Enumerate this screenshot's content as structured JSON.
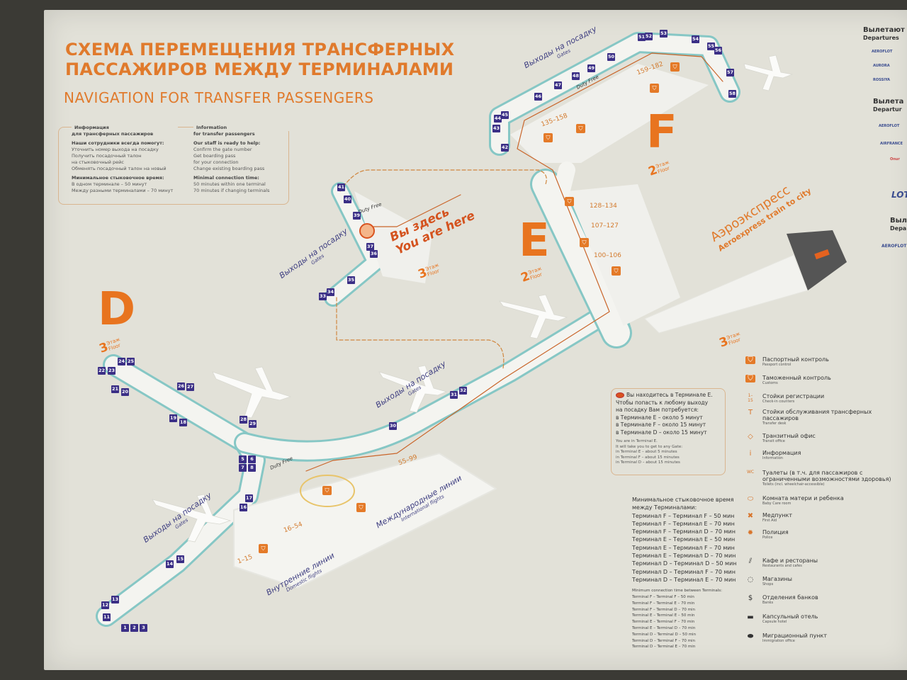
{
  "title": {
    "ru_line1": "СХЕМА ПЕРЕМЕЩЕНИЯ ТРАНСФЕРНЫХ",
    "ru_line2": "ПАССАЖИРОВ МЕЖДУ ТЕРМИНАЛАМИ",
    "en": "NAVIGATION FOR TRANSFER PASSENGERS"
  },
  "info": {
    "ru": {
      "heading1": "Информация",
      "heading2": "для трансферных пассажиров",
      "staff": "Наши сотрудники всегда помогут:",
      "items": [
        "Уточнить номер выхода на посадку",
        "Получить посадочный талон",
        "на стыковочный рейс",
        "Обменять посадочный талон на новый"
      ],
      "min_heading": "Минимальное стыковочное время:",
      "min1": "В одном терминале – 50 минут",
      "min2": "Между разными терминалами – 70 минут"
    },
    "en": {
      "heading1": "Information",
      "heading2": "for transfer passengers",
      "staff": "Our staff is ready to help:",
      "items": [
        "Confirm the gate number",
        "Get boarding pass",
        "for your connection",
        "Change existing boarding pass"
      ],
      "min_heading": "Minimal connection time:",
      "min1": "50 minutes within one terminal",
      "min2": "70 minutes if changing terminals"
    }
  },
  "terminals": {
    "D": {
      "letter": "D",
      "floor": "3",
      "floor_ru": "Этаж",
      "floor_en": "Floor"
    },
    "E": {
      "letter": "E",
      "floor": "2",
      "floor_ru": "Этаж",
      "floor_en": "Floor"
    },
    "F": {
      "letter": "F",
      "floor": "2",
      "floor_ru": "Этаж",
      "floor_en": "Floor"
    },
    "aeroexpress_floor": {
      "floor": "3",
      "floor_ru": "Этаж",
      "floor_en": "Floor"
    }
  },
  "you_are_here": {
    "ru": "Вы здесь",
    "en": "You are here"
  },
  "gates_label": {
    "ru": "Выходы на посадку",
    "en": "Gates"
  },
  "duty_free": "Duty Free",
  "domestic": {
    "ru": "Внутренние линии",
    "en": "Domestic flights"
  },
  "international": {
    "ru": "Международные линии",
    "en": "International flights"
  },
  "aeroexpress": {
    "ru": "Аэроэкспресс",
    "en": "Aeroexpress train to city"
  },
  "checkin_ranges": [
    "1–15",
    "16–54",
    "55–99",
    "100–106",
    "107–127",
    "128–134",
    "135–158",
    "159–182"
  ],
  "gates": [
    "1",
    "2",
    "3",
    "5",
    "6",
    "7",
    "8",
    "11",
    "12",
    "13",
    "14",
    "15",
    "16",
    "17",
    "18",
    "19",
    "20",
    "21",
    "22",
    "23",
    "24",
    "25",
    "26",
    "27",
    "28",
    "29",
    "30",
    "31",
    "32",
    "33",
    "34",
    "35",
    "36",
    "37",
    "39",
    "40",
    "41",
    "42",
    "43",
    "44",
    "45",
    "46",
    "47",
    "48",
    "49",
    "50",
    "51",
    "52",
    "53",
    "54",
    "55",
    "56",
    "57",
    "58"
  ],
  "you_box": {
    "ru": [
      "Вы находитесь в Терминале E.",
      "Чтобы попасть к любому выходу",
      "на посадку Вам потребуется:",
      "в Терминале E – около 5 минут",
      "в Терминале F – около 15 минут",
      "в Терминале D – около 15 минут"
    ],
    "en": [
      "You are in Terminal E.",
      "It will take you to get to any Gate:",
      "in Terminal E – about 5 minutes",
      "in Terminal F – about 15 minutes",
      "in Terminal D – about 15 minutes"
    ]
  },
  "connection_times": {
    "ru_heading1": "Минимальное стыковочное время",
    "ru_heading2": "между Терминалами:",
    "ru": [
      "Терминал F – Терминал F – 50 мин",
      "Терминал F – Терминал E – 70 мин",
      "Терминал F – Терминал D – 70 мин",
      "Терминал E – Терминал E – 50 мин",
      "Терминал E – Терминал F – 70 мин",
      "Терминал E – Терминал D – 70 мин",
      "Терминал D – Терминал D – 50 мин",
      "Терминал D – Терминал F – 70 мин",
      "Терминал D – Терминал E – 70 мин"
    ],
    "en_heading": "Minimum connection time between Terminals:",
    "en": [
      "Terminal F – Terminal F – 50 min",
      "Terminal F – Terminal E – 70 min",
      "Terminal F – Terminal D – 70 min",
      "Terminal E – Terminal E – 50 min",
      "Terminal E – Terminal F – 70 min",
      "Terminal E – Terminal D – 70 min",
      "Terminal D – Terminal D – 50 min",
      "Terminal D – Terminal F – 70 min",
      "Terminal D – Terminal E – 70 min"
    ]
  },
  "legend": [
    {
      "icon": "passport-icon",
      "glyph": "⛉",
      "ru": "Паспортный контроль",
      "en": "Passport control"
    },
    {
      "icon": "customs-icon",
      "glyph": "⛉",
      "ru": "Таможенный контроль",
      "en": "Customs"
    },
    {
      "icon": "checkin-icon",
      "glyph": "1–15",
      "ru": "Стойки регистрации",
      "en": "Check-in counters"
    },
    {
      "icon": "transfer-desk-icon",
      "glyph": "T",
      "ru": "Стойки обслуживания трансферных пассажиров",
      "en": "Transfer desk"
    },
    {
      "icon": "transit-office-icon",
      "glyph": "◇",
      "ru": "Транзитный офис",
      "en": "Transit office"
    },
    {
      "icon": "information-icon",
      "glyph": "i",
      "ru": "Информация",
      "en": "Information"
    },
    {
      "icon": "toilet-icon",
      "glyph": "WC",
      "ru": "Туалеты (в т.ч. для пассажиров с ограниченными возможностями здоровья)",
      "en": "Toilets (incl. wheelchair-accessible)"
    },
    {
      "icon": "baby-care-icon",
      "glyph": "⬭",
      "ru": "Комната матери и ребенка",
      "en": "Baby Care room"
    },
    {
      "icon": "first-aid-icon",
      "glyph": "✖",
      "ru": "Медпункт",
      "en": "First Aid"
    },
    {
      "icon": "police-icon",
      "glyph": "✹",
      "ru": "Полиция",
      "en": "Police"
    },
    {
      "icon": "restaurant-icon",
      "glyph": "⫽",
      "ru": "Кафе и рестораны",
      "en": "Restaurants and cafes"
    },
    {
      "icon": "shop-icon",
      "glyph": "◌",
      "ru": "Магазины",
      "en": "Shops"
    },
    {
      "icon": "bank-icon",
      "glyph": "$",
      "ru": "Отделения банков",
      "en": "Banks"
    },
    {
      "icon": "capsule-hotel-icon",
      "glyph": "▬",
      "ru": "Капсульный отель",
      "en": "Capsule hotel"
    },
    {
      "icon": "immigration-icon",
      "glyph": "⬬",
      "ru": "Миграционный пункт",
      "en": "Immigration office"
    }
  ],
  "departures": [
    {
      "ru": "Вылетают",
      "en": "Departures",
      "airlines": [
        "AEROFLOT",
        "AURORA",
        "ROSSIYA"
      ]
    },
    {
      "ru": "Вылета",
      "en": "Departur",
      "airlines": [
        "AEROFLOT",
        "AIRFRANCE",
        "Onur",
        "LOT"
      ]
    },
    {
      "ru": "Выл",
      "en": "Depa",
      "airlines": [
        "AEROFLOT"
      ]
    }
  ],
  "colors": {
    "accent": "#e07a2c",
    "gate": "#3b2f86",
    "corridor_edge": "#7fc4c4",
    "frame": "#3b3a35"
  }
}
